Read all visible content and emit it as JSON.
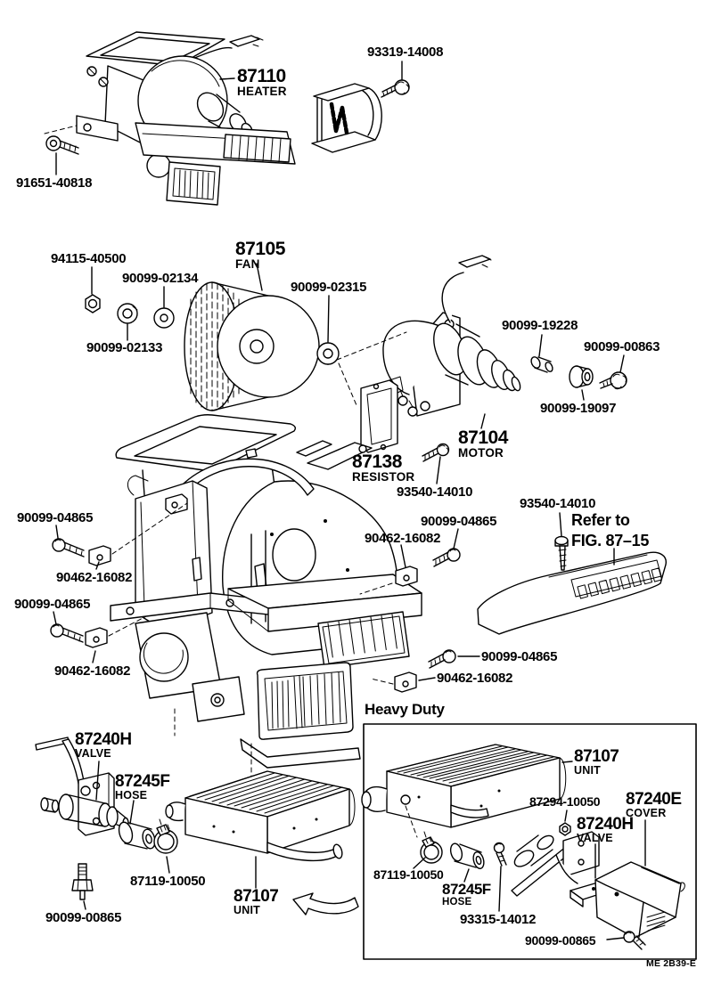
{
  "figure": {
    "inset_title": "Heavy Duty",
    "footer_code": "ME 2B39-E",
    "note_line1": "Refer to",
    "note_line2": "FIG. 87–15"
  },
  "callouts": [
    {
      "text": "93319-14008"
    },
    {
      "text": "87110",
      "sub": "HEATER"
    },
    {
      "text": "91651-40818"
    },
    {
      "text": "94115-40500"
    },
    {
      "text": "90099-02134"
    },
    {
      "text": "87105",
      "sub": "FAN"
    },
    {
      "text": "90099-02315"
    },
    {
      "text": "90099-02133"
    },
    {
      "text": "90099-19228"
    },
    {
      "text": "90099-00863"
    },
    {
      "text": "90099-19097"
    },
    {
      "text": "87104",
      "sub": "MOTOR"
    },
    {
      "text": "87138",
      "sub": "RESISTOR"
    },
    {
      "text": "93540-14010"
    },
    {
      "text": "93540-14010"
    },
    {
      "text": "90099-04865"
    },
    {
      "text": "90462-16082"
    },
    {
      "text": "90099-04865"
    },
    {
      "text": "90462-16082"
    },
    {
      "text": "90099-04865"
    },
    {
      "text": "90462-16082"
    },
    {
      "text": "90099-04865"
    },
    {
      "text": "90462-16082"
    },
    {
      "text": "87240H",
      "sub": "VALVE"
    },
    {
      "text": "87245F",
      "sub": "HOSE"
    },
    {
      "text": "87119-10050"
    },
    {
      "text": "90099-00865"
    },
    {
      "text": "87107",
      "sub": "UNIT"
    },
    {
      "text": "87107",
      "sub": "UNIT"
    },
    {
      "text": "87294-10050"
    },
    {
      "text": "87240E",
      "sub": "COVER"
    },
    {
      "text": "87240H",
      "sub": "VALVE"
    },
    {
      "text": "87119-10050"
    },
    {
      "text": "87245F",
      "sub": "HOSE"
    },
    {
      "text": "93315-14012"
    },
    {
      "text": "90099-00865"
    }
  ]
}
